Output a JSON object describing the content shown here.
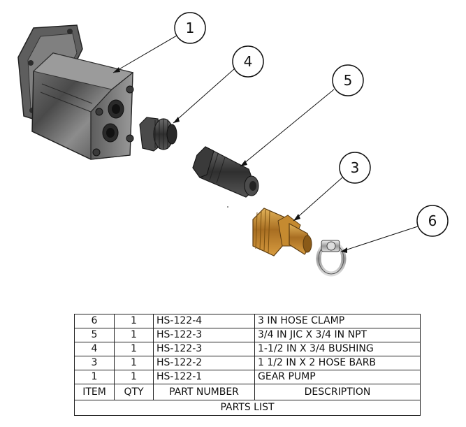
{
  "balloons": [
    "1",
    "4",
    "5",
    "3",
    "6"
  ],
  "parts_list": {
    "title": "PARTS LIST",
    "headers": {
      "item": "ITEM",
      "qty": "QTY",
      "part_number": "PART NUMBER",
      "description": "DESCRIPTION"
    },
    "rows": [
      {
        "item": "6",
        "qty": "1",
        "part_number": "HS-122-4",
        "description": "3 IN HOSE CLAMP"
      },
      {
        "item": "5",
        "qty": "1",
        "part_number": "HS-122-3",
        "description": "3/4 IN JIC X 3/4 IN NPT"
      },
      {
        "item": "4",
        "qty": "1",
        "part_number": "HS-122-3",
        "description": "1-1/2 IN X 3/4 BUSHING"
      },
      {
        "item": "3",
        "qty": "1",
        "part_number": "HS-122-2",
        "description": "1 1/2 IN X 2 HOSE BARB"
      },
      {
        "item": "1",
        "qty": "1",
        "part_number": "HS-122-1",
        "description": "GEAR PUMP"
      }
    ]
  }
}
